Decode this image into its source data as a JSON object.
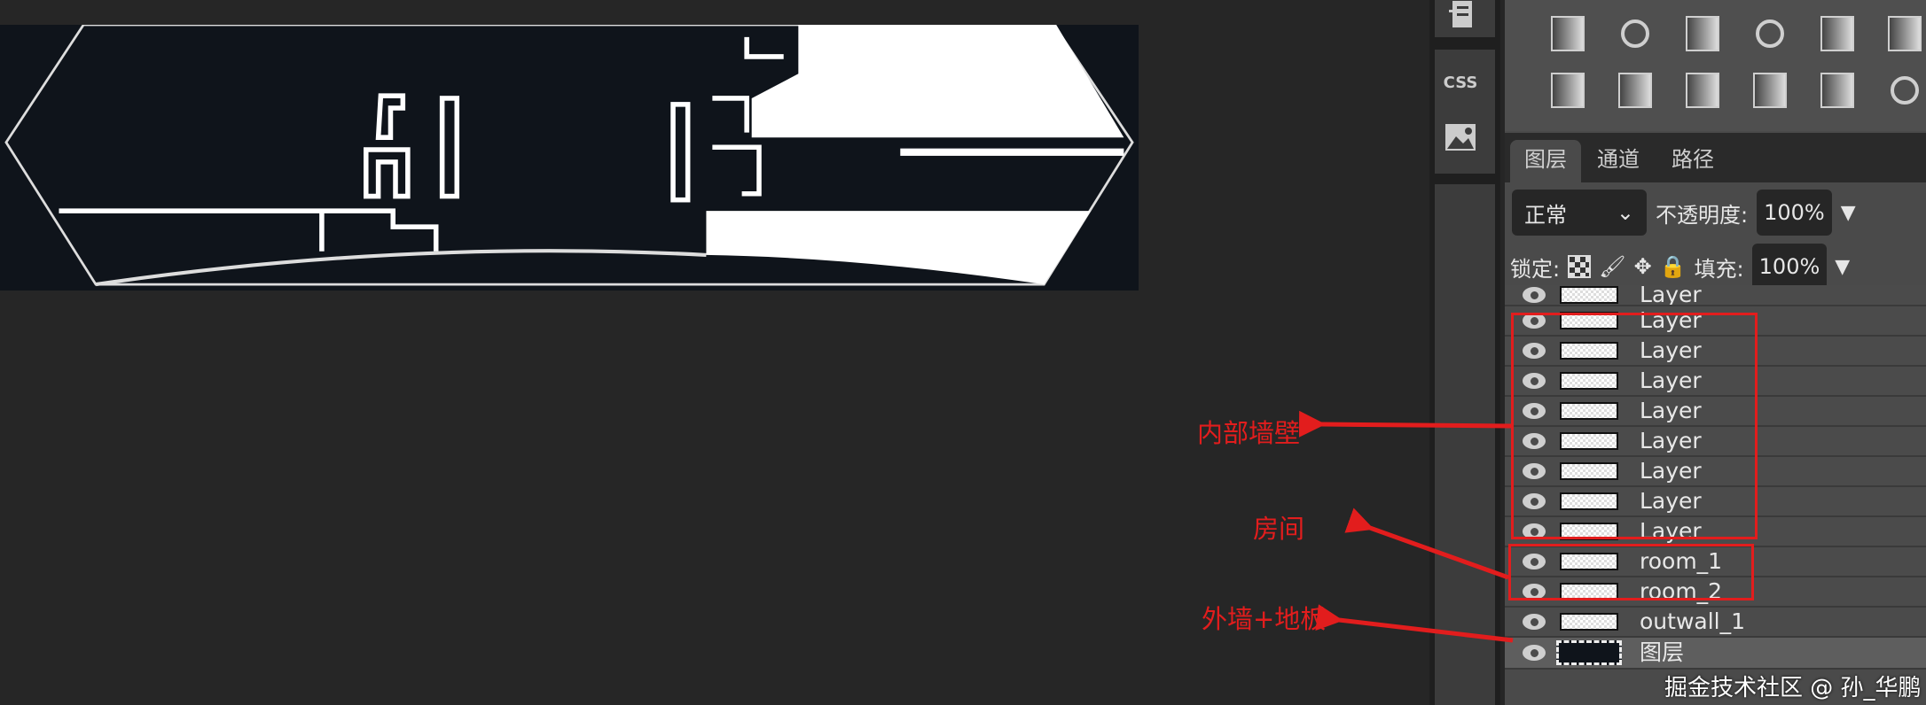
{
  "colors": {
    "annotation": "#e21d1d",
    "canvas_bg": "#0f141b",
    "panel_bg": "#4a4a4a"
  },
  "sidebar": {
    "icons": [
      "notebook-icon",
      "css-icon",
      "image-icon"
    ],
    "css_label": "CSS"
  },
  "adjustments": {
    "icons": [
      "levels-icon",
      "balance-icon",
      "curves-icon",
      "exposure-icon",
      "channel-mixer-icon",
      "color-lookup-icon",
      "invert-icon",
      "gradient-map-icon",
      "posterize-icon",
      "threshold-icon",
      "selective-color-icon",
      "vibrance-icon"
    ]
  },
  "tabs": [
    {
      "label": "图层",
      "active": true
    },
    {
      "label": "通道"
    },
    {
      "label": "路径"
    }
  ],
  "blend": {
    "mode": "正常",
    "opacity_label": "不透明度:",
    "opacity": "100%"
  },
  "lock": {
    "label": "锁定:",
    "fill_label": "填充:",
    "fill": "100%"
  },
  "layers": [
    {
      "name": "Layer"
    },
    {
      "name": "Layer"
    },
    {
      "name": "Layer"
    },
    {
      "name": "Layer"
    },
    {
      "name": "Layer"
    },
    {
      "name": "Layer"
    },
    {
      "name": "Layer"
    },
    {
      "name": "Layer"
    },
    {
      "name": "Layer"
    },
    {
      "name": "room_1"
    },
    {
      "name": "room_2"
    },
    {
      "name": "outwall_1"
    },
    {
      "name": "图层",
      "selected": true
    }
  ],
  "annotations": {
    "inner_walls": "内部墙壁",
    "rooms": "房间",
    "outer_wall_floor": "外墙+地板"
  },
  "watermark": "掘金技术社区 @ 孙_华鹏"
}
